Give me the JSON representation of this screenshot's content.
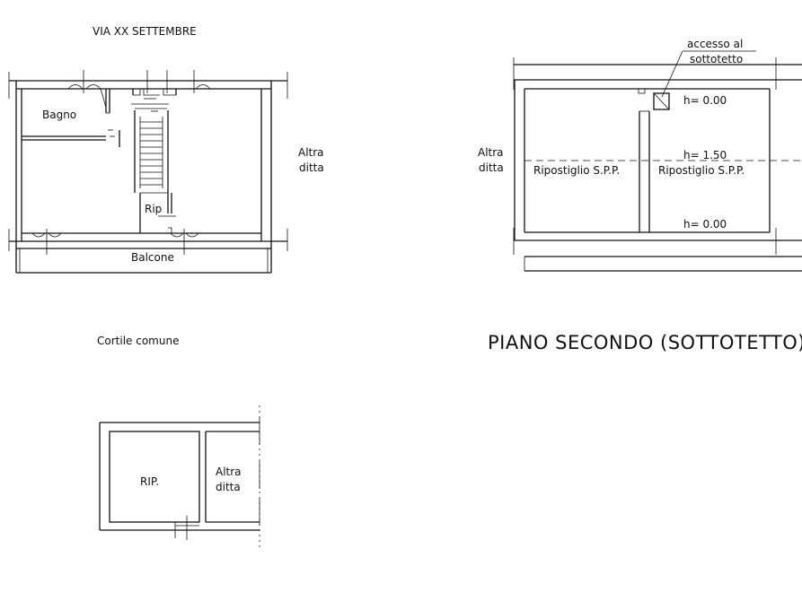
{
  "labels": {
    "street": "VIA XX SETTEMBRE",
    "bagno": "Bagno",
    "rip_small": "Rip",
    "balcone": "Balcone",
    "altra_ditta_right_1": "Altra",
    "altra_ditta_right_2": "ditta",
    "cortile": "Cortile comune",
    "altra_ditta_left_1": "Altra",
    "altra_ditta_left_2": "ditta",
    "accesso_1": "accesso al",
    "accesso_2": "sottotetto",
    "h_top": "h= 0.00",
    "h_mid": "h= 1.50",
    "h_bottom": "h= 0.00",
    "ripostiglio_left": "Ripostiglio S.P.P.",
    "ripostiglio_right": "Ripostiglio S.P.P.",
    "piano_secondo": "PIANO SECONDO (SOTTOTETTO)",
    "rip_cellar": "RIP.",
    "altra_ditta_cellar_1": "Altra",
    "altra_ditta_cellar_2": "ditta"
  }
}
